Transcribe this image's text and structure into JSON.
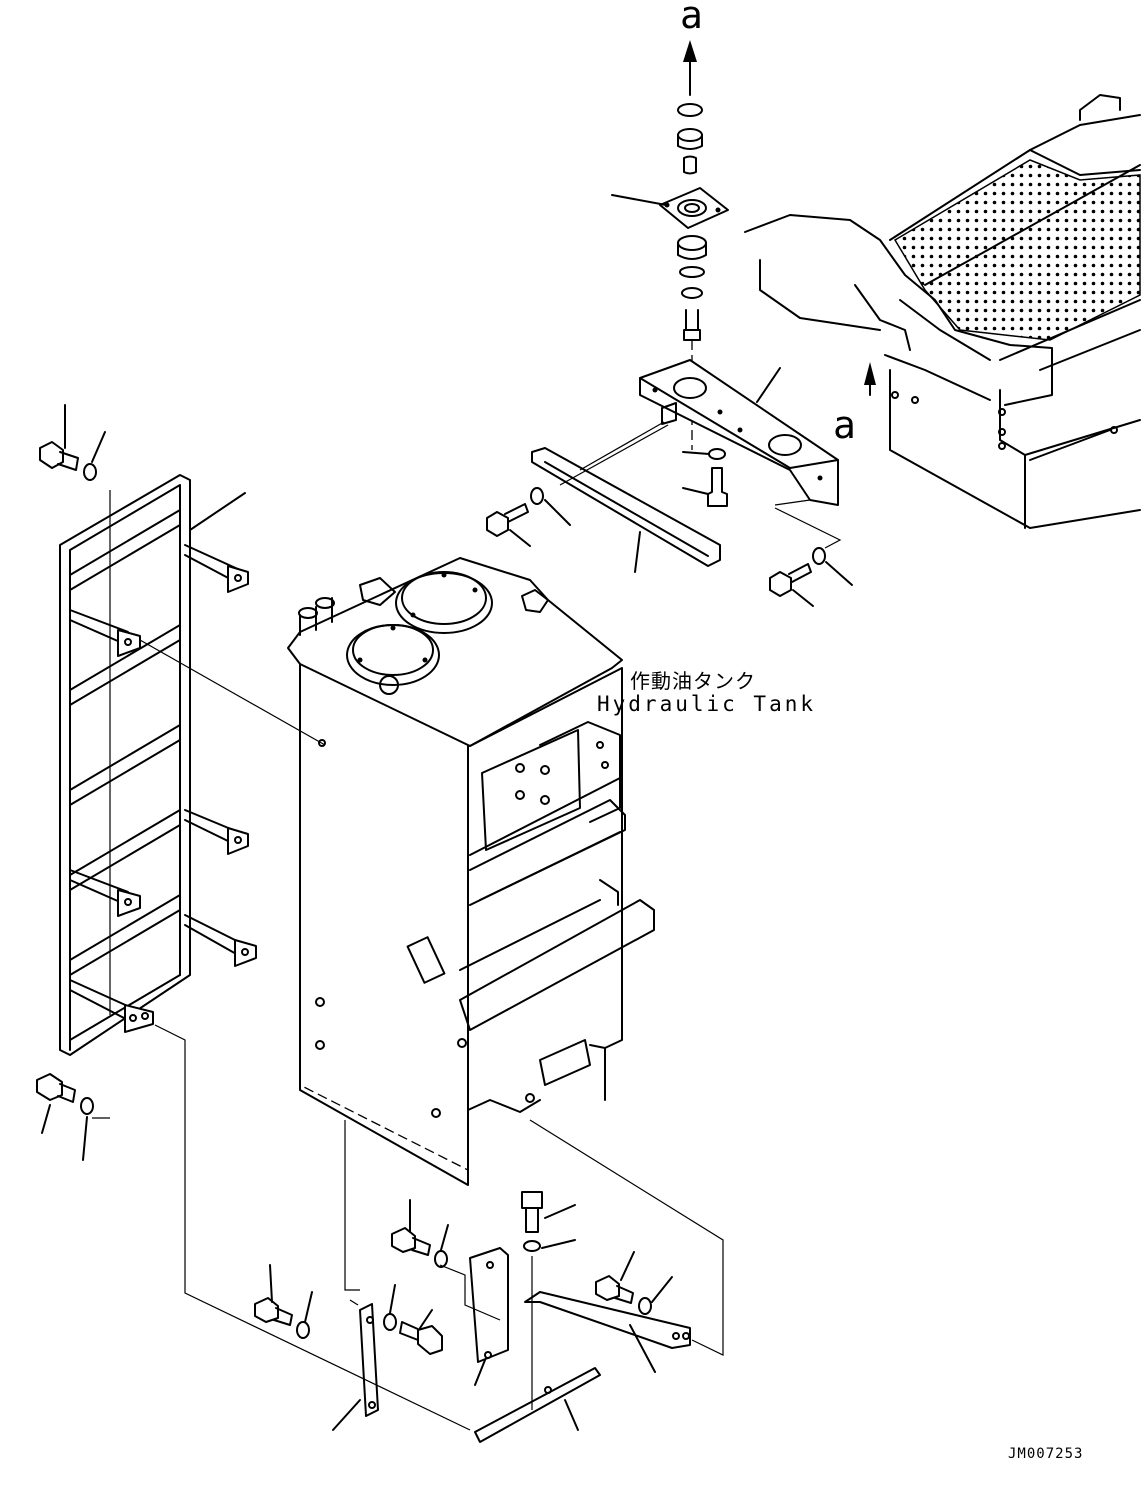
{
  "labels": {
    "ref_a_top": "a",
    "ref_a_right": "a",
    "tank_jp": "作動油タンク",
    "tank_en": "Hydraulic Tank",
    "drawing_code": "JM007253"
  }
}
